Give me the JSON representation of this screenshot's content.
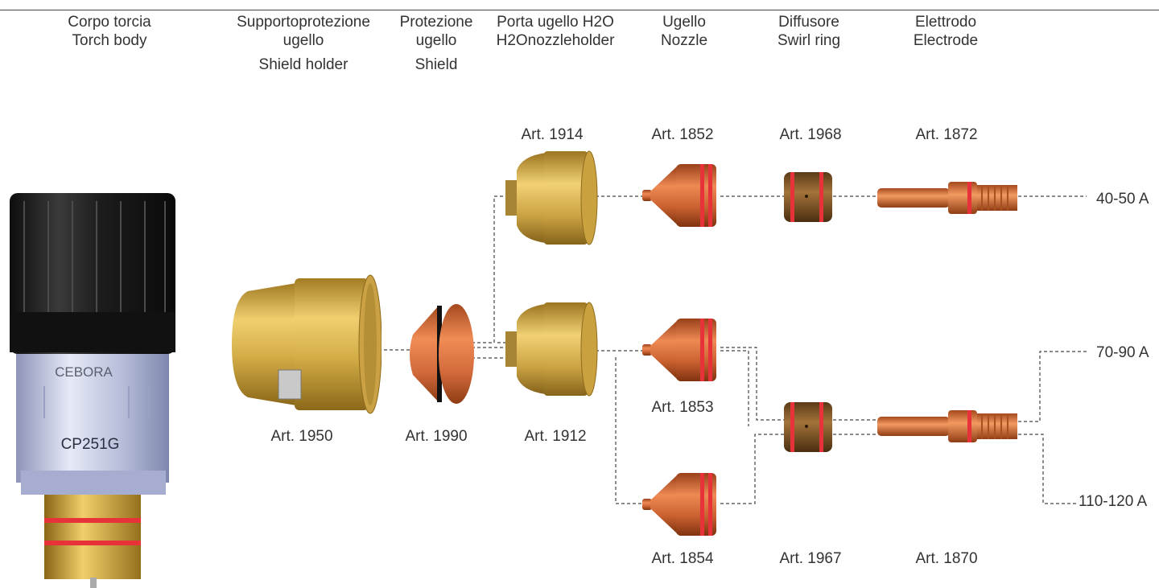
{
  "headers": {
    "torch_body": {
      "it": "Corpo torcia",
      "en": "Torch body"
    },
    "shield_holder": {
      "it": "Supportoprotezione",
      "it2": "ugello",
      "en": "Shield holder"
    },
    "shield": {
      "it": "Protezione",
      "it2": "ugello",
      "en": "Shield"
    },
    "nozzle_holder": {
      "it": "Porta ugello H2O",
      "en": "H2Onozzleholder"
    },
    "nozzle": {
      "it": "Ugello",
      "en": "Nozzle"
    },
    "swirl_ring": {
      "it": "Diffusore",
      "en": "Swirl ring"
    },
    "electrode": {
      "it": "Elettrodo",
      "en": "Electrode"
    }
  },
  "articles": {
    "a1914": "Art. 1914",
    "a1852": "Art. 1852",
    "a1968": "Art. 1968",
    "a1872": "Art. 1872",
    "a1950": "Art. 1950",
    "a1990": "Art. 1990",
    "a1912": "Art. 1912",
    "a1853": "Art. 1853",
    "a1854": "Art. 1854",
    "a1967": "Art. 1967",
    "a1870": "Art. 1870"
  },
  "amperages": {
    "low": "40-50 A",
    "mid": "70-90 A",
    "high": "110-120 A"
  },
  "torch_labels": {
    "brand": "CEBORA",
    "model": "CP251G"
  },
  "colors": {
    "brass": "#c9a23e",
    "copper": "#c8622e",
    "oring_red": "#e8323a",
    "torch_black": "#1a1a1a",
    "torch_blue": "#b7bfdc"
  }
}
